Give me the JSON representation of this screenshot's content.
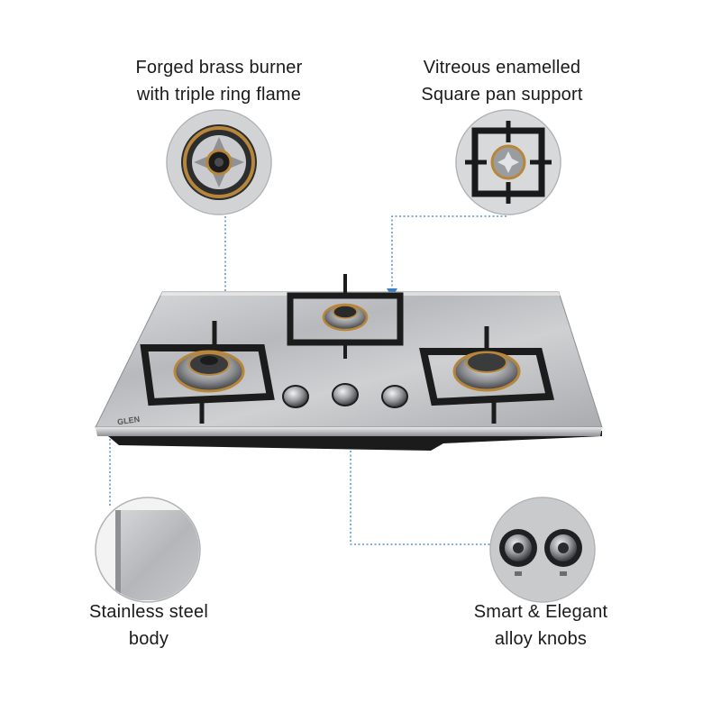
{
  "features": {
    "burner": {
      "line1": "Forged brass burner",
      "line2": "with triple ring flame",
      "icon": "brass-burner-icon"
    },
    "pan_support": {
      "line1": "Vitreous enamelled",
      "line2": "Square pan support",
      "icon": "pan-support-icon"
    },
    "steel_body": {
      "line1": "Stainless steel",
      "line2": "body",
      "icon": "steel-sheet-icon"
    },
    "knobs": {
      "line1": "Smart & Elegant",
      "line2": "alloy knobs",
      "icon": "knob-icon"
    }
  },
  "product": {
    "brand": "GLEN"
  },
  "colors": {
    "callout_line": "#3a7fc4",
    "brass": "#b8863a",
    "steel": "#bfc1c4"
  }
}
